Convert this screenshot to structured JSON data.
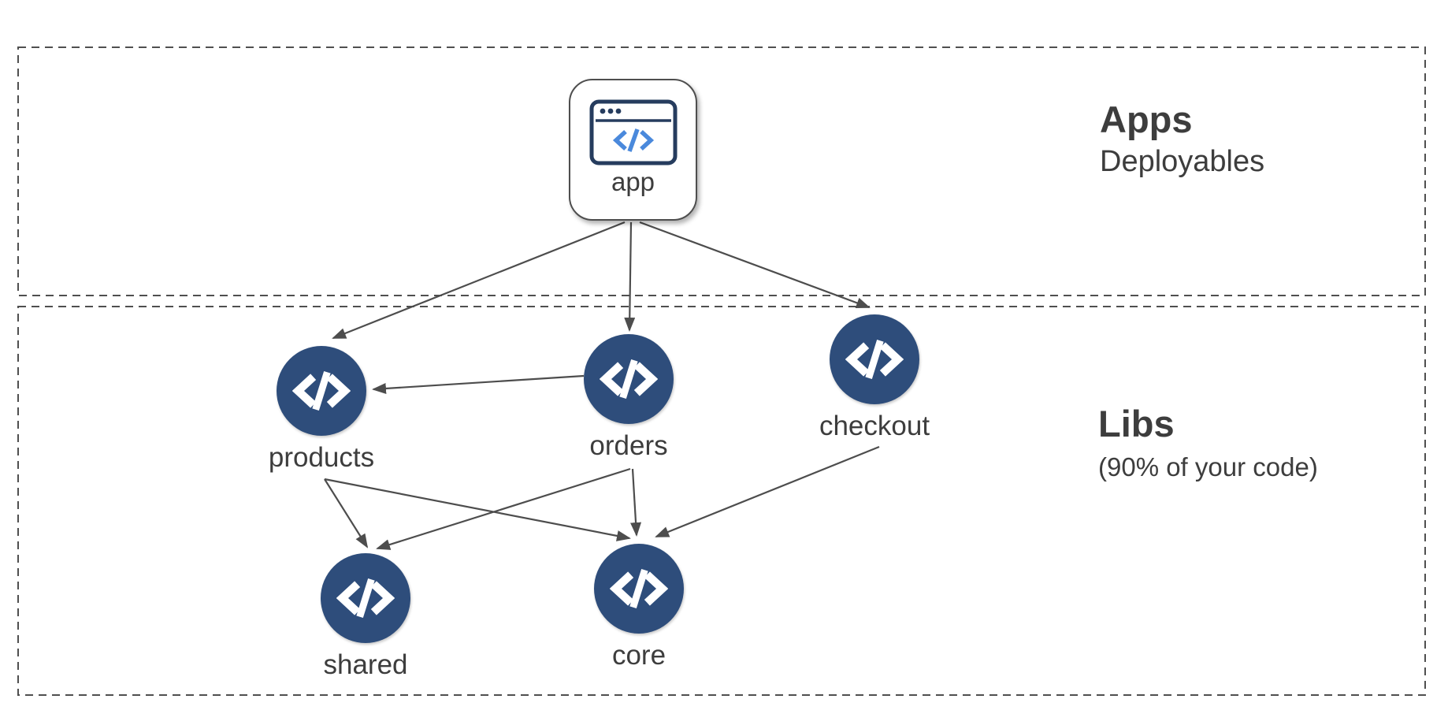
{
  "diagram": {
    "sections": {
      "apps": {
        "title": "Apps",
        "subtitle": "Deployables"
      },
      "libs": {
        "title": "Libs",
        "subtitle": "(90% of your code)"
      }
    },
    "nodes": {
      "app": {
        "label": "app",
        "icon": "browser-code-icon"
      },
      "products": {
        "label": "products",
        "icon": "code-icon"
      },
      "orders": {
        "label": "orders",
        "icon": "code-icon"
      },
      "checkout": {
        "label": "checkout",
        "icon": "code-icon"
      },
      "shared": {
        "label": "shared",
        "icon": "code-icon"
      },
      "core": {
        "label": "core",
        "icon": "code-icon"
      }
    },
    "edges": [
      {
        "from": "app",
        "to": "products"
      },
      {
        "from": "app",
        "to": "orders"
      },
      {
        "from": "app",
        "to": "checkout"
      },
      {
        "from": "orders",
        "to": "products"
      },
      {
        "from": "products",
        "to": "shared"
      },
      {
        "from": "products",
        "to": "core"
      },
      {
        "from": "orders",
        "to": "shared"
      },
      {
        "from": "orders",
        "to": "core"
      },
      {
        "from": "checkout",
        "to": "core"
      }
    ],
    "colors": {
      "node_fill": "#2e4d7b",
      "glyph": "#ffffff",
      "arrow": "#4d4d4d",
      "zone_border": "#4f4f4f",
      "text": "#3d3d3d",
      "browser_icon_outline": "#263c5e",
      "browser_icon_code": "#4a89dc"
    }
  }
}
